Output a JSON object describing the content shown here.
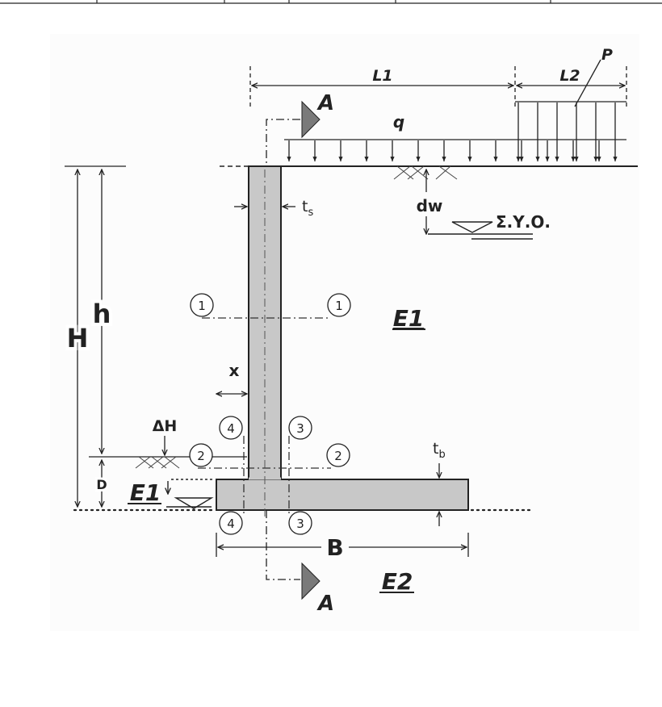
{
  "labels": {
    "L1": "L1",
    "L2": "L2",
    "P": "P",
    "q": "q",
    "A_top": "A",
    "A_bottom": "A",
    "ts_main": "t",
    "ts_sub": "s",
    "tb_main": "t",
    "tb_sub": "b",
    "dw": "dw",
    "water_table": "Σ.Υ.Ο.",
    "H": "H",
    "h": "h",
    "x": "x",
    "delta_H": "ΔΗ",
    "D": "D",
    "B": "B",
    "E1_right": "E1",
    "E1_left": "E1",
    "E2": "E2",
    "sec1_left": "1",
    "sec1_right": "1",
    "sec2_left": "2",
    "sec2_right": "2",
    "sec3_top": "3",
    "sec3_bottom": "3",
    "sec4_top": "4",
    "sec4_bottom": "4"
  },
  "colors": {
    "wall_fill": "#c8c8c8",
    "line": "#222222",
    "background_panel": "#fcfcfc",
    "section_marker": "#7a7a7a"
  }
}
